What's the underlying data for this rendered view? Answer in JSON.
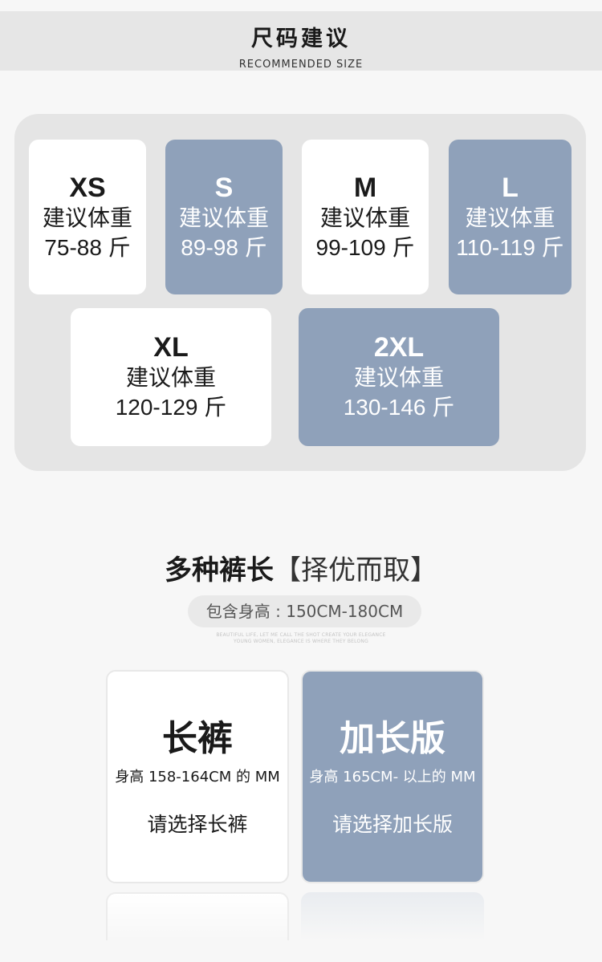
{
  "header": {
    "title": "尺码建议",
    "subtitle": "RECOMMENDED SIZE"
  },
  "sizes": [
    {
      "size": "XS",
      "label": "建议体重",
      "range": "75-88 斤",
      "style": "white"
    },
    {
      "size": "S",
      "label": "建议体重",
      "range": "89-98 斤",
      "style": "blue"
    },
    {
      "size": "M",
      "label": "建议体重",
      "range": "99-109 斤",
      "style": "white"
    },
    {
      "size": "L",
      "label": "建议体重",
      "range": "110-119 斤",
      "style": "blue"
    },
    {
      "size": "XL",
      "label": "建议体重",
      "range": "120-129 斤",
      "style": "white"
    },
    {
      "size": "2XL",
      "label": "建议体重",
      "range": "130-146 斤",
      "style": "blue"
    }
  ],
  "lengths": {
    "title_bold": "多种裤长",
    "title_light": "【择优而取】",
    "height_pill": "包含身高 : 150CM-180CM",
    "tagline_line1": "BEAUTIFUL LIFE, LET ME CALL THE SHOT CREATE YOUR ELEGANCE",
    "tagline_line2": "YOUNG WOMEN, ELEGANCE IS WHERE THEY BELONG",
    "options": [
      {
        "name": "长裤",
        "height": "身高 158-164CM 的 MM",
        "choose": "请选择长裤"
      },
      {
        "name": "加长版",
        "height": "身高 165CM- 以上的 MM",
        "choose": "请选择加长版"
      }
    ]
  },
  "colors": {
    "accent_blue": "#8fa1ba",
    "panel_gray": "#e5e5e5",
    "page_bg": "#f7f7f7"
  }
}
